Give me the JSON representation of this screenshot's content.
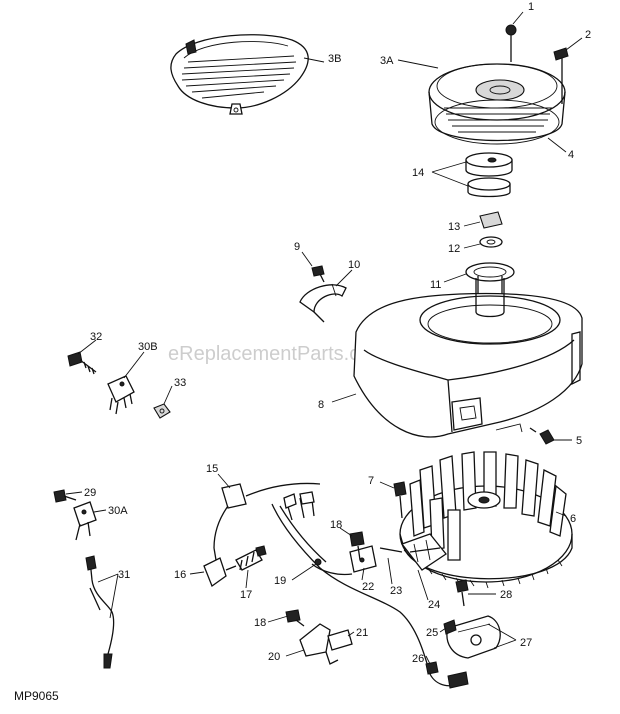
{
  "diagram_code": "MP9065",
  "watermark": "eReplacementParts.com",
  "callouts": [
    "1",
    "2",
    "3A",
    "3B",
    "4",
    "5",
    "6",
    "7",
    "8",
    "9",
    "10",
    "11",
    "12",
    "13",
    "14",
    "15",
    "16",
    "17",
    "18",
    "18",
    "19",
    "20",
    "21",
    "22",
    "23",
    "24",
    "25",
    "26",
    "27",
    "28",
    "29",
    "30A",
    "30B",
    "31",
    "32",
    "33"
  ]
}
